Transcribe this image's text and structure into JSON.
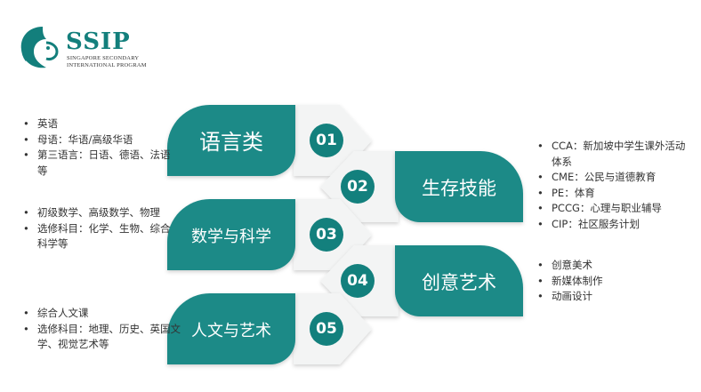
{
  "logo": {
    "icon": "lion-head-icon",
    "title": "SSIP",
    "subtitle_line1": "SINGAPORE SECONDARY",
    "subtitle_line2": "INTERNATIONAL PROGRAM"
  },
  "colors": {
    "teal": "#1b8a87",
    "teal_dark": "#13807d",
    "card": "#f3f4f4",
    "card_shadow": "#d9dbdb",
    "text": "#333333"
  },
  "steps": [
    {
      "number": "01",
      "label": "语言类"
    },
    {
      "number": "02",
      "label": "生存技能"
    },
    {
      "number": "03",
      "label": "数学与科学"
    },
    {
      "number": "04",
      "label": "创意艺术"
    },
    {
      "number": "05",
      "label": "人文与艺术"
    }
  ],
  "left_lists": [
    [
      "英语",
      "母语：华语/高级华语",
      "第三语言：日语、德语、法语等"
    ],
    [
      "初级数学、高级数学、物理",
      "选修科目：化学、生物、综合科学等"
    ],
    [
      "综合人文课",
      "选修科目：地理、历史、英国文学、视觉艺术等"
    ]
  ],
  "right_lists": [
    [
      "CCA：新加坡中学生课外活动体系",
      "CME：公民与道德教育",
      "PE：体育",
      "PCCG：心理与职业辅导",
      "CIP：社区服务计划"
    ],
    [
      "创意美术",
      "新媒体制作",
      "动画设计"
    ]
  ]
}
